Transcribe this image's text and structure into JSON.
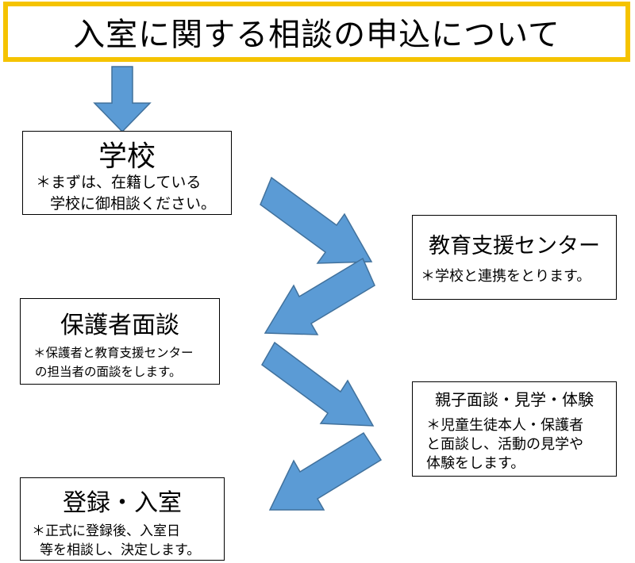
{
  "title": "入室に関する相談の申込について",
  "steps": {
    "school": {
      "heading": "学校",
      "note_line1": "＊まずは、在籍している",
      "note_line2": "学校に御相談ください。"
    },
    "center": {
      "heading": "教育支援センター",
      "note_line1": "＊学校と連携をとります。"
    },
    "parent_interview": {
      "heading": "保護者面談",
      "note_line1": "＊保護者と教育支援センター",
      "note_line2": "の担当者の面談をします。"
    },
    "trial": {
      "heading": "親子面談・見学・体験",
      "note_line1": "＊児童生徒本人・保護者",
      "note_line2": "と面談し、活動の見学や",
      "note_line3": "体験をします。"
    },
    "registration": {
      "heading": "登録・入室",
      "note_line1": "＊正式に登録後、入室日",
      "note_line2": "等を相談し、決定します。"
    }
  },
  "colors": {
    "title_border": "#f5c300",
    "arrow_fill": "#5b9bd5",
    "arrow_stroke": "#41719c"
  }
}
